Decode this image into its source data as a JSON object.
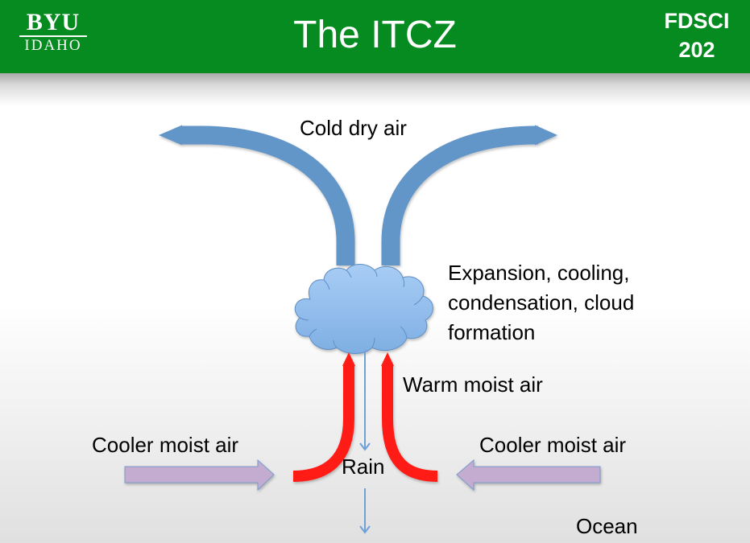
{
  "header": {
    "logo": {
      "top": "BYU",
      "bottom": "IDAHO"
    },
    "title": "The ITCZ",
    "course": {
      "line1": "FDSCI",
      "line2": "202"
    }
  },
  "diagram": {
    "labels": {
      "cold_dry_air": "Cold dry air",
      "cloud_process": [
        "Expansion, cooling,",
        "condensation, cloud",
        "formation"
      ],
      "warm_moist_air": "Warm moist air",
      "cooler_moist_air_left": "Cooler moist air",
      "cooler_moist_air_right": "Cooler moist air",
      "rain": "Rain",
      "ocean": "Ocean"
    },
    "colors": {
      "header_green": "#058b1f",
      "cold_air_arrow": "#6496c8",
      "cloud_fill": "#8fb8e8",
      "warm_air_arrow": "#ff1a12",
      "cooler_air_arrow": "#c3acd0",
      "ocean_line": "#5b8fcb",
      "rain_arrow": "#6fa0d6"
    }
  }
}
